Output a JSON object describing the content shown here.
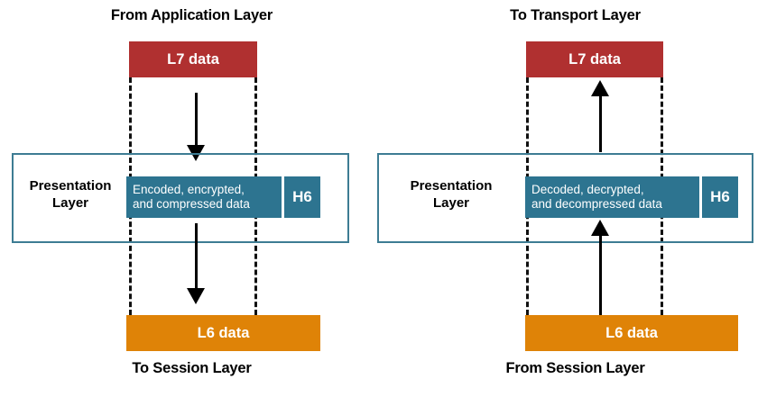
{
  "diagram": {
    "title_top_left": "From Application Layer",
    "title_top_right": "To Transport Layer",
    "title_bottom_left": "To Session Layer",
    "title_bottom_right": "From Session Layer",
    "colors": {
      "l7_block": "#b03030",
      "l6_block": "#df8307",
      "pdu": "#2d7490",
      "layer_outline": "#3d7c93",
      "arrow": "#000000",
      "text_dark": "#000000",
      "text_light": "#ffffff"
    }
  },
  "left": {
    "header_label": "From Application Layer",
    "l7_block_label": "L7 data",
    "layer_name_line1": "Presentation",
    "layer_name_line2": "Layer",
    "pdu_data_label": "Encoded, encrypted,\nand compressed data",
    "pdu_header_label": "H6",
    "l6_block_label": "L6 data",
    "footer_label": "To Session Layer",
    "arrow_direction": "down"
  },
  "right": {
    "header_label": "To Transport Layer",
    "l7_block_label": "L7 data",
    "layer_name_line1": "Presentation",
    "layer_name_line2": "Layer",
    "pdu_data_label": "Decoded, decrypted,\nand decompressed data",
    "pdu_header_label": "H6",
    "l6_block_label": "L6 data",
    "footer_label": "From Session Layer",
    "arrow_direction": "up"
  }
}
